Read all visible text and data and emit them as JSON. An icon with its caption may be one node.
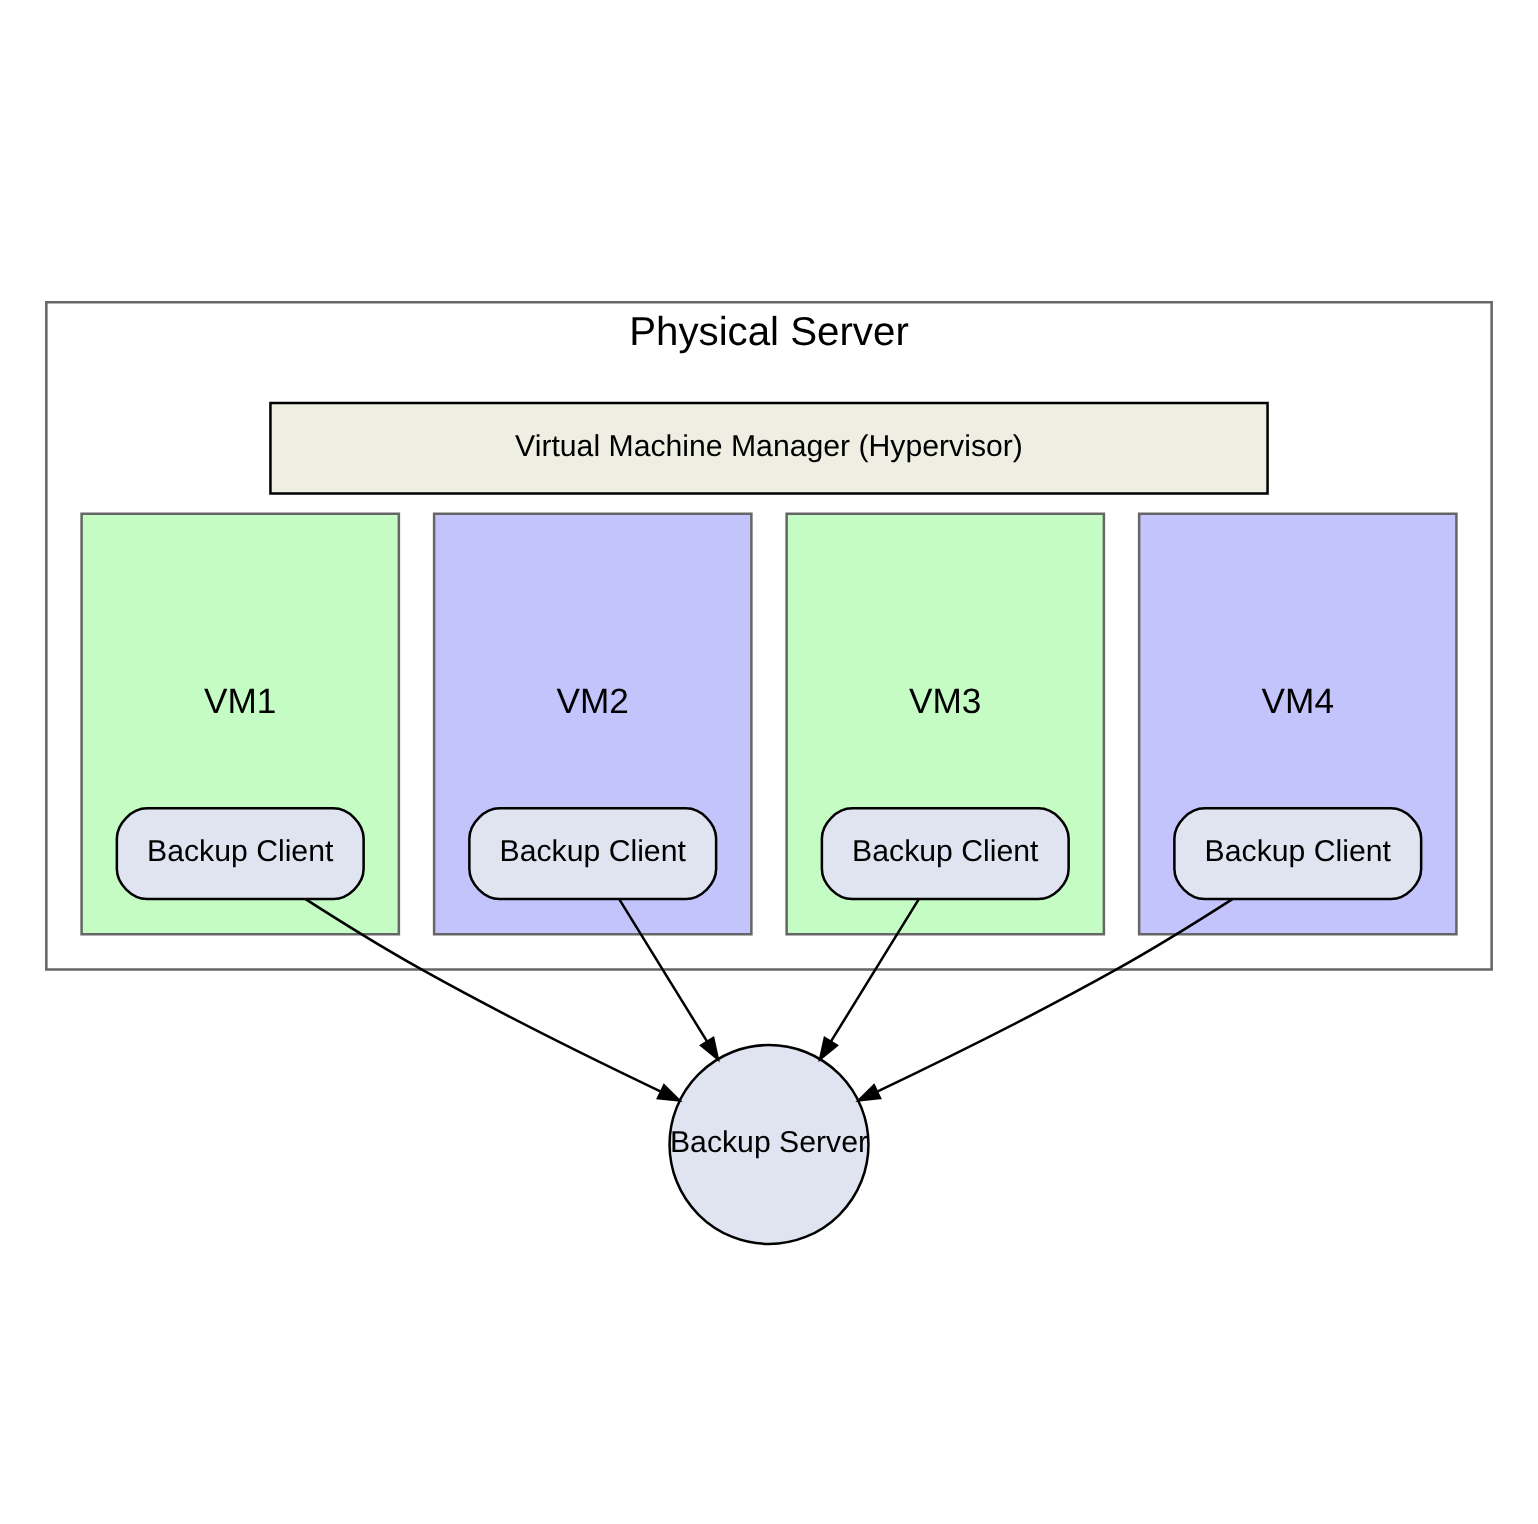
{
  "diagram": {
    "nodes": [
      {
        "text": [
          "Physical Server"
        ]
      },
      {
        "text": [
          "Virtual Machine Manager (Hypervisor)"
        ],
        "in": 0
      },
      {
        "text": [
          "VM1"
        ],
        "in": 0
      },
      {
        "text": [
          "Backup Client"
        ],
        "in": 2
      },
      {
        "text": [
          "VM2"
        ],
        "in": 0
      },
      {
        "text": [
          "Backup Client"
        ],
        "in": 4
      },
      {
        "text": [
          "VM3"
        ],
        "in": 0
      },
      {
        "text": [
          "Backup Client"
        ],
        "in": 6
      },
      {
        "text": [
          "VM4"
        ],
        "in": 0
      },
      {
        "text": [
          "Backup Client"
        ],
        "in": 8
      },
      {
        "text": [
          "Backup Server"
        ]
      }
    ],
    "edges": [
      {
        "from": 3,
        "to": 10,
        "arrow": "to"
      },
      {
        "from": 5,
        "to": 10,
        "arrow": "to"
      },
      {
        "from": 7,
        "to": 10,
        "arrow": "to"
      },
      {
        "from": 9,
        "to": 10,
        "arrow": "to"
      }
    ]
  }
}
